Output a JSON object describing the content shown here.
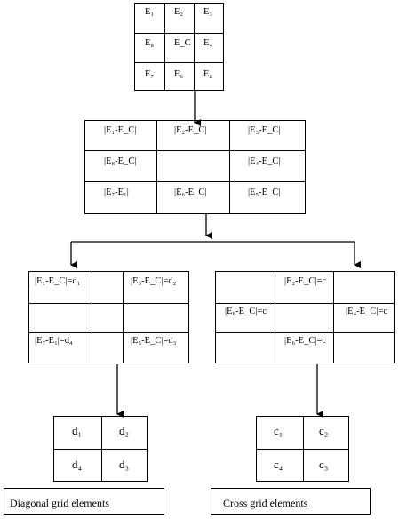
{
  "top_grid": [
    [
      "E₁",
      "E₂",
      "E₃"
    ],
    [
      "E₈",
      "E_C",
      "E₄"
    ],
    [
      "E₇",
      "E₆",
      "E₈"
    ]
  ],
  "diff_grid": [
    [
      "|E₁-E_C|",
      "|E₂-E_C|",
      "|E₃-E_C|"
    ],
    [
      "|E₈-E_C|",
      "",
      "|E₄-E_C|"
    ],
    [
      "|E₇-E₁|",
      "|E₆-E_C|",
      "|E₅-E_C|"
    ]
  ],
  "diag_grid": {
    "tl": "|E₁-E_C|=d₁",
    "tr": "|E₃-E_C|=d₂",
    "bl": "|E₇-E₁|=d₄",
    "br": "|E₅-E_C|=d₃"
  },
  "cross_grid": {
    "top": "|E₂-E_C|=c",
    "left": "|E₈-E_C|=c",
    "right": "|E₄-E_C|=c",
    "bottom": "|E₆-E_C|=c"
  },
  "d_grid": [
    [
      "d₁",
      "d₂"
    ],
    [
      "d₄",
      "d₃"
    ]
  ],
  "c_grid": [
    [
      "c₁",
      "c₂"
    ],
    [
      "c₄",
      "c₃"
    ]
  ],
  "labels": {
    "diagonal": "Diagonal grid elements",
    "cross": "Cross grid elements"
  }
}
